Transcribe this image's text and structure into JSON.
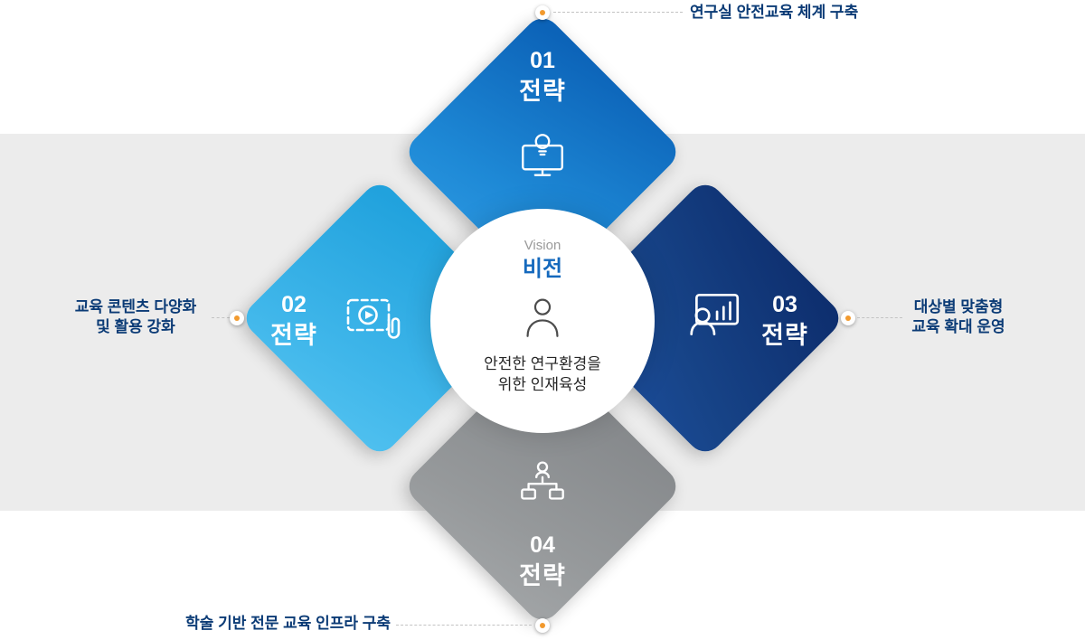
{
  "diagram": {
    "center": {
      "eyebrow": "Vision",
      "title": "비전",
      "desc1": "안전한 연구환경을",
      "desc2": "위한 인재육성"
    },
    "strategy1": {
      "number": "01",
      "label": "전략",
      "callout": "연구실 안전교육 체계 구축"
    },
    "strategy2": {
      "number": "02",
      "label": "전략",
      "callout1": "교육 콘텐츠 다양화",
      "callout2": "및 활용 강화"
    },
    "strategy3": {
      "number": "03",
      "label": "전략",
      "callout1": "대상별 맞춤형",
      "callout2": "교육 확대 운영"
    },
    "strategy4": {
      "number": "04",
      "label": "전략",
      "callout": "학술 기반 전문 교육 인프라 구축"
    }
  },
  "icons": {
    "strategy1": "monitor-lightbulb-icon",
    "strategy2": "video-paperclip-icon",
    "strategy3": "person-chart-icon",
    "strategy4": "org-chart-icon",
    "center": "person-outline-icon"
  },
  "colors": {
    "strategy1_blue": "#1478cd",
    "strategy2_skyblue": "#3ab3e9",
    "strategy3_navy": "#153f88",
    "strategy4_gray": "#909395",
    "band_gray": "#ececec",
    "accent_orange": "#f29a2e",
    "callout_text_navy": "#0b3b76",
    "vision_title_blue": "#1569bd"
  }
}
